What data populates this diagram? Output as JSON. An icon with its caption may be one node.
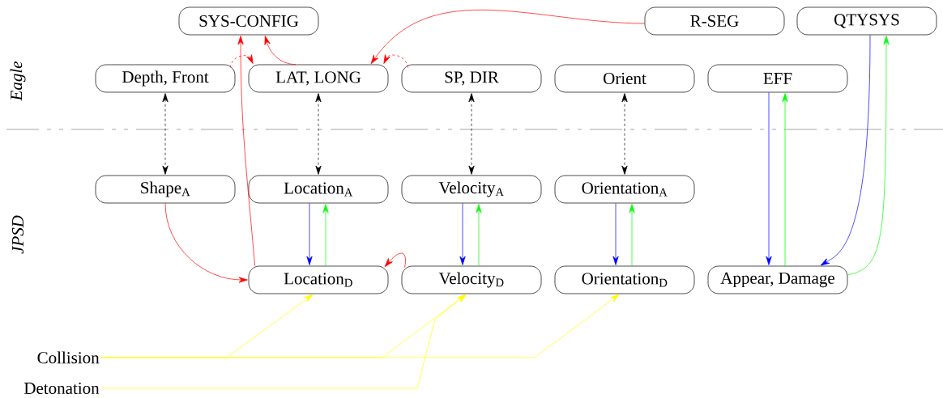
{
  "diagram": {
    "nodes": [
      {
        "text": [
          "SYS-CONFIG"
        ]
      },
      {
        "text": [
          "R-SEG"
        ]
      },
      {
        "text": [
          "QTYSYS"
        ]
      },
      {
        "text": [
          "Depth, Front"
        ]
      },
      {
        "text": [
          "LAT, LONG"
        ]
      },
      {
        "text": [
          "SP, DIR"
        ]
      },
      {
        "text": [
          "Orient"
        ]
      },
      {
        "text": [
          "EFF"
        ]
      },
      {
        "text": [
          "Shape$_{A}$"
        ]
      },
      {
        "text": [
          "Location$_{A}$"
        ]
      },
      {
        "text": [
          "Velocity$_{A}$"
        ]
      },
      {
        "text": [
          "Orientation$_{A}$"
        ]
      },
      {
        "text": [
          "Location$_{D}$"
        ]
      },
      {
        "text": [
          "Velocity$_{D}$"
        ]
      },
      {
        "text": [
          "Orientation$_{D}$"
        ]
      },
      {
        "text": [
          "Appear, Damage"
        ]
      },
      {
        "text": [
          "Collision"
        ]
      },
      {
        "text": [
          "Detonation"
        ]
      }
    ],
    "edges": [
      {
        "from": 3,
        "to": 8,
        "arrow": "both",
        "style": "dashed",
        "color": "#000000"
      },
      {
        "from": 4,
        "to": 9,
        "arrow": "both",
        "style": "dashed",
        "color": "#000000"
      },
      {
        "from": 5,
        "to": 10,
        "arrow": "both",
        "style": "dashed",
        "color": "#000000"
      },
      {
        "from": 6,
        "to": 11,
        "arrow": "both",
        "style": "dashed",
        "color": "#000000"
      },
      {
        "from": 9,
        "to": 12,
        "arrow": "to",
        "color": "#0000ff"
      },
      {
        "from": 12,
        "to": 9,
        "arrow": "to",
        "color": "#00ff00"
      },
      {
        "from": 10,
        "to": 13,
        "arrow": "to",
        "color": "#0000ff"
      },
      {
        "from": 13,
        "to": 10,
        "arrow": "to",
        "color": "#00ff00"
      },
      {
        "from": 11,
        "to": 14,
        "arrow": "to",
        "color": "#0000ff"
      },
      {
        "from": 14,
        "to": 11,
        "arrow": "to",
        "color": "#00ff00"
      },
      {
        "from": 7,
        "to": 15,
        "arrow": "to",
        "color": "#0000ff"
      },
      {
        "from": 15,
        "to": 7,
        "arrow": "to",
        "color": "#00ff00"
      },
      {
        "from": 2,
        "to": 15,
        "arrow": "to",
        "color": "#0000ff"
      },
      {
        "from": 15,
        "to": 2,
        "arrow": "to",
        "color": "#00ff00"
      },
      {
        "from": 8,
        "to": 12,
        "arrow": "to",
        "color": "#ff0000"
      },
      {
        "from": 12,
        "to": 0,
        "arrow": "to",
        "color": "#ff0000"
      },
      {
        "from": 4,
        "to": 0,
        "arrow": "to",
        "color": "#ff0000"
      },
      {
        "from": 3,
        "to": 4,
        "arrow": "to",
        "style": "dashed",
        "color": "#ff0000"
      },
      {
        "from": 5,
        "to": 4,
        "arrow": "to",
        "style": "dashed",
        "color": "#ff0000"
      },
      {
        "from": 1,
        "to": 4,
        "arrow": "to",
        "color": "#ff0000"
      },
      {
        "from": 13,
        "to": 12,
        "arrow": "to",
        "color": "#ff0000"
      },
      {
        "from": 16,
        "to": 12,
        "arrow": "to",
        "color": "#ffff00"
      },
      {
        "from": 16,
        "to": 13,
        "arrow": "to",
        "color": "#ffff00"
      },
      {
        "from": 16,
        "to": 14,
        "arrow": "to",
        "color": "#ffff00"
      },
      {
        "from": 17,
        "to": 13,
        "arrow": "to",
        "color": "#ffff00"
      }
    ],
    "labels": [
      "Eagle",
      "JPSD"
    ]
  }
}
